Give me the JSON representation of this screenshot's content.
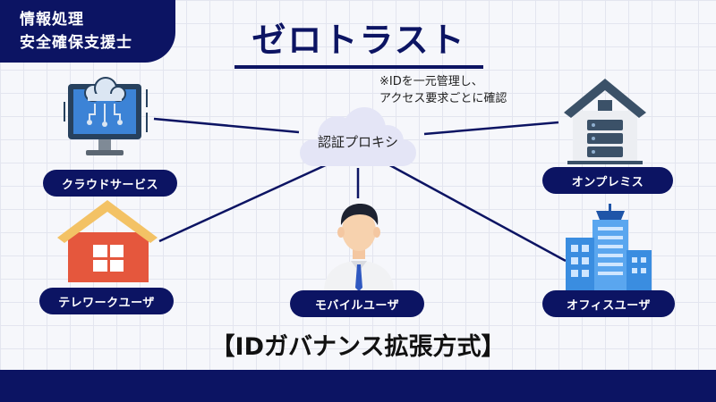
{
  "badge": {
    "line1": "情報処理",
    "line2": "安全確保支援士"
  },
  "title": "ゼロトラスト",
  "note": {
    "line1": "※IDを一元管理し、",
    "line2": "アクセス要求ごとに確認"
  },
  "proxy": {
    "label": "認証プロキシ"
  },
  "nodes": {
    "cloud_service": "クラウドサービス",
    "on_premises": "オンプレミス",
    "telework_user": "テレワークユーザ",
    "mobile_user": "モバイルユーザ",
    "office_user": "オフィスユーザ"
  },
  "subtitle": "【IDガバナンス拡張方式】",
  "colors": {
    "navy": "#0c1463",
    "house_red": "#e5573d",
    "building_blue": "#3a8de0",
    "cloud_fill": "#e4e5f6"
  }
}
